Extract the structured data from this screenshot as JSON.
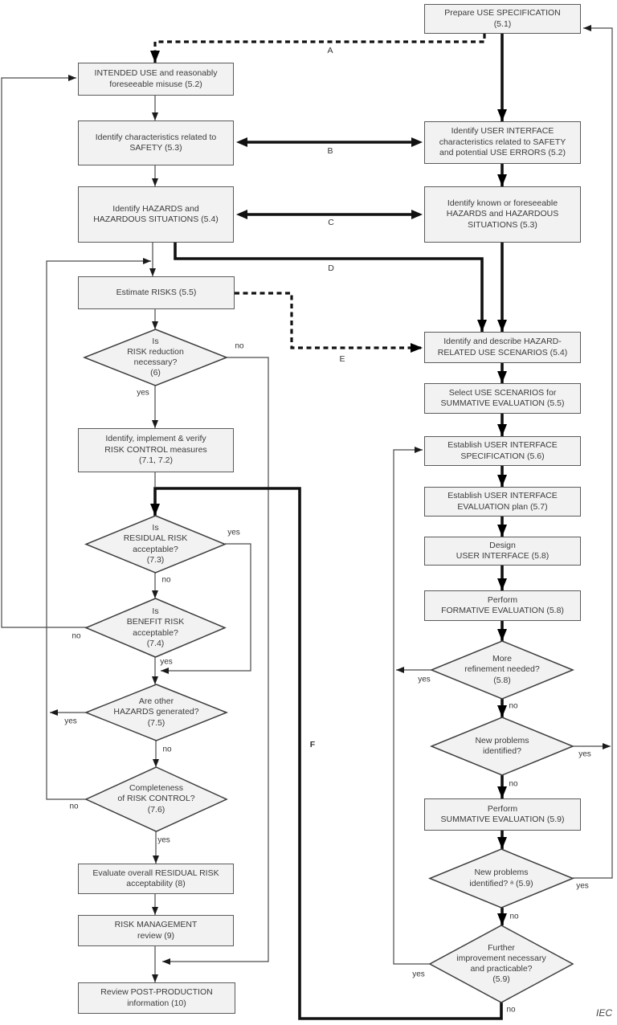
{
  "nodes": {
    "prepare_use": {
      "lines": [
        "Prepare USE SPECIFICATION",
        "(5.1)"
      ]
    },
    "intended_use": {
      "lines": [
        "INTENDED USE and reasonably",
        "foreseeable misuse (5.2)"
      ]
    },
    "identify_characteristics": {
      "lines": [
        "Identify characteristics related to",
        "SAFETY (5.3)"
      ]
    },
    "identify_hazards": {
      "lines": [
        "Identify HAZARDS and",
        "HAZARDOUS SITUATIONS (5.4)"
      ]
    },
    "estimate_risks": {
      "lines": [
        "Estimate RISKS (5.5)"
      ]
    },
    "risk_reduction": {
      "lines": [
        "Is",
        "RISK reduction",
        "necessary?",
        "(6)"
      ],
      "yes": "yes",
      "no": "no"
    },
    "risk_control": {
      "lines": [
        "Identify, implement & verify",
        "RISK CONTROL measures",
        "(7.1, 7.2)"
      ]
    },
    "residual_risk": {
      "lines": [
        "Is",
        "RESIDUAL RISK",
        "acceptable?",
        "(7.3)"
      ],
      "yes": "yes",
      "no": "no"
    },
    "benefit_risk": {
      "lines": [
        "Is",
        "BENEFIT RISK",
        "acceptable?",
        "(7.4)"
      ],
      "yes": "yes",
      "no": "no"
    },
    "other_hazards": {
      "lines": [
        "Are other",
        "HAZARDS generated?",
        "(7.5)"
      ],
      "yes": "yes",
      "no": "no"
    },
    "completeness": {
      "lines": [
        "Completeness",
        "of RISK CONTROL?",
        "(7.6)"
      ],
      "yes": "yes",
      "no": "no"
    },
    "evaluate_overall": {
      "lines": [
        "Evaluate overall RESIDUAL RISK",
        "acceptability (8)"
      ]
    },
    "risk_management_review": {
      "lines": [
        "RISK MANAGEMENT",
        "review (9)"
      ]
    },
    "review_post_production": {
      "lines": [
        "Review POST-PRODUCTION",
        "information (10)"
      ]
    },
    "identify_ui_characteristics": {
      "lines": [
        "Identify USER INTERFACE",
        "characteristics related to SAFETY",
        "and potential USE ERRORS (5.2)"
      ]
    },
    "identify_known_hazards": {
      "lines": [
        "Identify known or foreseeable",
        "HAZARDS and HAZARDOUS",
        "SITUATIONS (5.3)"
      ]
    },
    "hazard_related_scenarios": {
      "lines": [
        "Identify and describe HAZARD-",
        "RELATED USE SCENARIOS (5.4)"
      ]
    },
    "select_scenarios": {
      "lines": [
        "Select USE SCENARIOS for",
        "SUMMATIVE EVALUATION (5.5)"
      ]
    },
    "establish_ui_spec": {
      "lines": [
        "Establish USER INTERFACE",
        "SPECIFICATION (5.6)"
      ]
    },
    "establish_eval_plan": {
      "lines": [
        "Establish USER INTERFACE",
        "EVALUATION plan (5.7)"
      ]
    },
    "design_ui": {
      "lines": [
        "Design",
        "USER INTERFACE (5.8)"
      ]
    },
    "perform_formative": {
      "lines": [
        "Perform",
        "FORMATIVE EVALUATION (5.8)"
      ]
    },
    "more_refinement": {
      "lines": [
        "More",
        "refinement needed?",
        "(5.8)"
      ],
      "yes": "yes",
      "no": "no"
    },
    "new_problems_formative": {
      "lines": [
        "New problems",
        "identified?"
      ],
      "yes": "yes",
      "no": "no"
    },
    "perform_summative": {
      "lines": [
        "Perform",
        "SUMMATIVE EVALUATION (5.9)"
      ]
    },
    "new_problems_summative": {
      "lines": [
        "New problems",
        "identified? ᵃ (5.9)"
      ],
      "yes": "yes",
      "no": "no"
    },
    "further_improvement": {
      "lines": [
        "Further",
        "improvement necessary",
        "and practicable?",
        "(5.9)"
      ],
      "yes": "yes",
      "no": "no"
    }
  },
  "connectors": {
    "a": "A",
    "b": "B",
    "c": "C",
    "d": "D",
    "e": "E",
    "f": "F"
  },
  "footer": {
    "publisher": "IEC"
  },
  "colors": {
    "box_fill": "#f2f2f2",
    "box_border": "#5a5a5a",
    "line_thin": "#4a4a4a",
    "line_thick": "#111111"
  }
}
